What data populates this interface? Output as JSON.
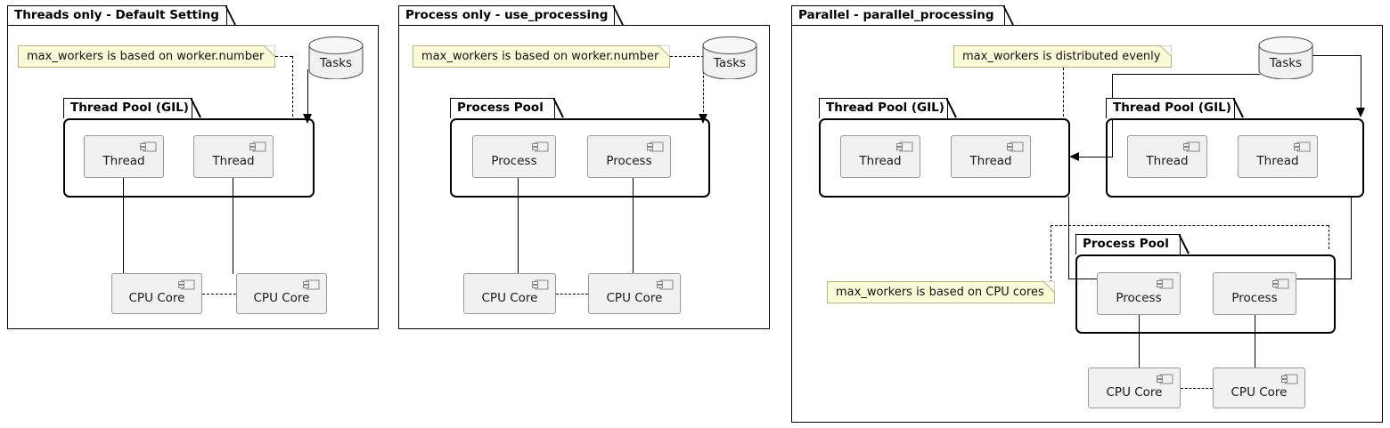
{
  "diagram": {
    "type": "uml-component-diagram",
    "panels": [
      {
        "title": "Threads only - Default Setting",
        "note": "max_workers is based on worker.number",
        "queue": "Tasks",
        "pools": [
          {
            "title": "Thread Pool (GIL)",
            "workers": [
              "Thread",
              "Thread"
            ]
          }
        ],
        "cores": [
          "CPU Core",
          "CPU Core"
        ]
      },
      {
        "title": "Process only - use_processing",
        "note": "max_workers is based on worker.number",
        "queue": "Tasks",
        "pools": [
          {
            "title": "Process Pool",
            "workers": [
              "Process",
              "Process"
            ]
          }
        ],
        "cores": [
          "CPU Core",
          "CPU Core"
        ]
      },
      {
        "title": "Parallel - parallel_processing",
        "note": "max_workers is distributed evenly",
        "note2": "max_workers is based on CPU cores",
        "queue": "Tasks",
        "pools": [
          {
            "title": "Thread Pool (GIL)",
            "workers": [
              "Thread",
              "Thread"
            ]
          },
          {
            "title": "Thread Pool (GIL)",
            "workers": [
              "Thread",
              "Thread"
            ]
          },
          {
            "title": "Process Pool",
            "workers": [
              "Process",
              "Process"
            ]
          }
        ],
        "cores": [
          "CPU Core",
          "CPU Core"
        ]
      }
    ]
  },
  "colors": {
    "note_fill": "#fbfbd8",
    "note_border": "#b5b57a",
    "component_fill": "#f1f1f1",
    "component_border": "#999999",
    "line": "#000000",
    "background": "#ffffff"
  },
  "icons": {
    "component": "component-icon",
    "database": "database-cylinder-icon",
    "note_fold": "note-fold-icon"
  }
}
